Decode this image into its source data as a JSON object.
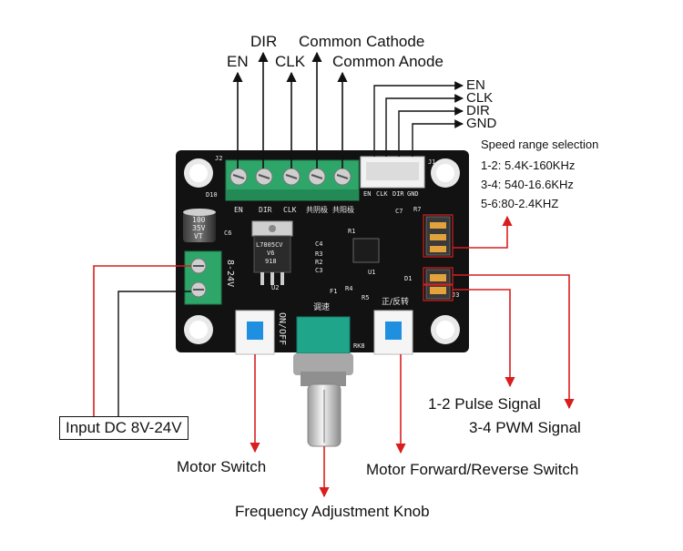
{
  "top_labels": {
    "en": "EN",
    "dir": "DIR",
    "clk": "CLK",
    "common_cathode_a": "Common",
    "common_cathode_b": "Cathode",
    "common_anode": "Common Anode"
  },
  "right_connector_labels": [
    "EN",
    "CLK",
    "DIR",
    "GND"
  ],
  "speed": {
    "title": "Speed range selection",
    "ranges": [
      "1-2: 5.4K-160KHz",
      "3-4: 540-16.6KHz",
      "5-6:80-2.4KHZ"
    ]
  },
  "bottom_labels": {
    "input": "Input DC 8V-24V",
    "motor_switch": "Motor Switch",
    "knob": "Frequency Adjustment Knob",
    "forward_reverse": "Motor Forward/Reverse Switch",
    "pulse": "1-2 Pulse Signal",
    "pwm": "3-4 PWM Signal"
  },
  "board_silkscreen": {
    "terminal_pins": [
      "EN",
      "DIR",
      "CLK",
      "共阴极",
      "共阳极"
    ],
    "connector_pins": [
      "EN",
      "CLK",
      "DIR",
      "GND"
    ],
    "power_label": "8-24V",
    "on_off": "ON/OFF",
    "speed_cn": "调速",
    "fwd_rev_cn": "正/反转",
    "cap_text": [
      "100",
      "35V",
      "VT"
    ],
    "regulator_text": [
      "L7805CV",
      "V6",
      "918"
    ],
    "refs": [
      "J2",
      "J1",
      "C6",
      "C4",
      "C3",
      "R1",
      "R2",
      "R3",
      "R5",
      "R4",
      "U1",
      "U2",
      "D1",
      "RK8",
      "F1",
      "C7",
      "R7",
      "J3",
      "D10"
    ]
  },
  "colors": {
    "board": "#121212",
    "terminal_green": "#2ea66a",
    "arrow_black": "#111111",
    "arrow_red": "#d81e1e",
    "jumper": "#3a3a3a",
    "switch_blue": "#1f8fe0"
  }
}
